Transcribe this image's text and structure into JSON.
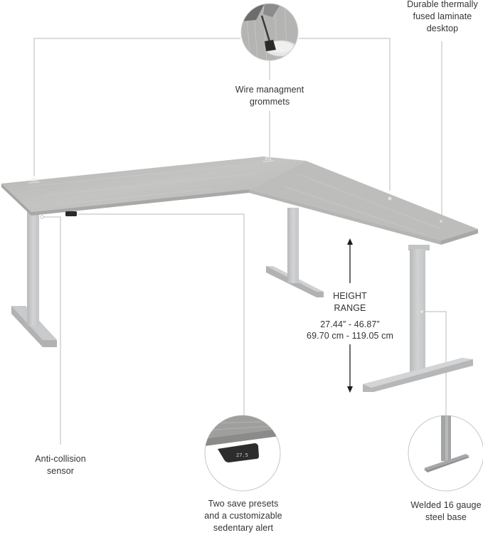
{
  "callouts": {
    "desktop": {
      "lines": [
        "Durable thermally",
        "fused laminate",
        "desktop"
      ]
    },
    "grommets": {
      "lines": [
        "Wire managment",
        "grommets"
      ]
    },
    "height_range": {
      "title_lines": [
        "HEIGHT",
        "RANGE"
      ],
      "inches": "27.44” - 46.87”",
      "centimeters": "69.70 cm - 119.05 cm"
    },
    "anti_collision": {
      "lines": [
        "Anti-collision",
        "sensor"
      ]
    },
    "presets": {
      "lines": [
        "Two save presets",
        "and a customizable",
        "sedentary alert"
      ],
      "display_reading": "27.5"
    },
    "steel_base": {
      "lines": [
        "Welded 16 gauge",
        "steel base"
      ]
    }
  },
  "colors": {
    "desktop_top": "#b9b9b7",
    "desktop_edge": "#a3a3a1",
    "frame": "#c8c9cb",
    "frame_shadow": "#a9aaac",
    "leader_line": "#c4c4c4",
    "text": "#333333",
    "controller": "#2b2b2b"
  }
}
